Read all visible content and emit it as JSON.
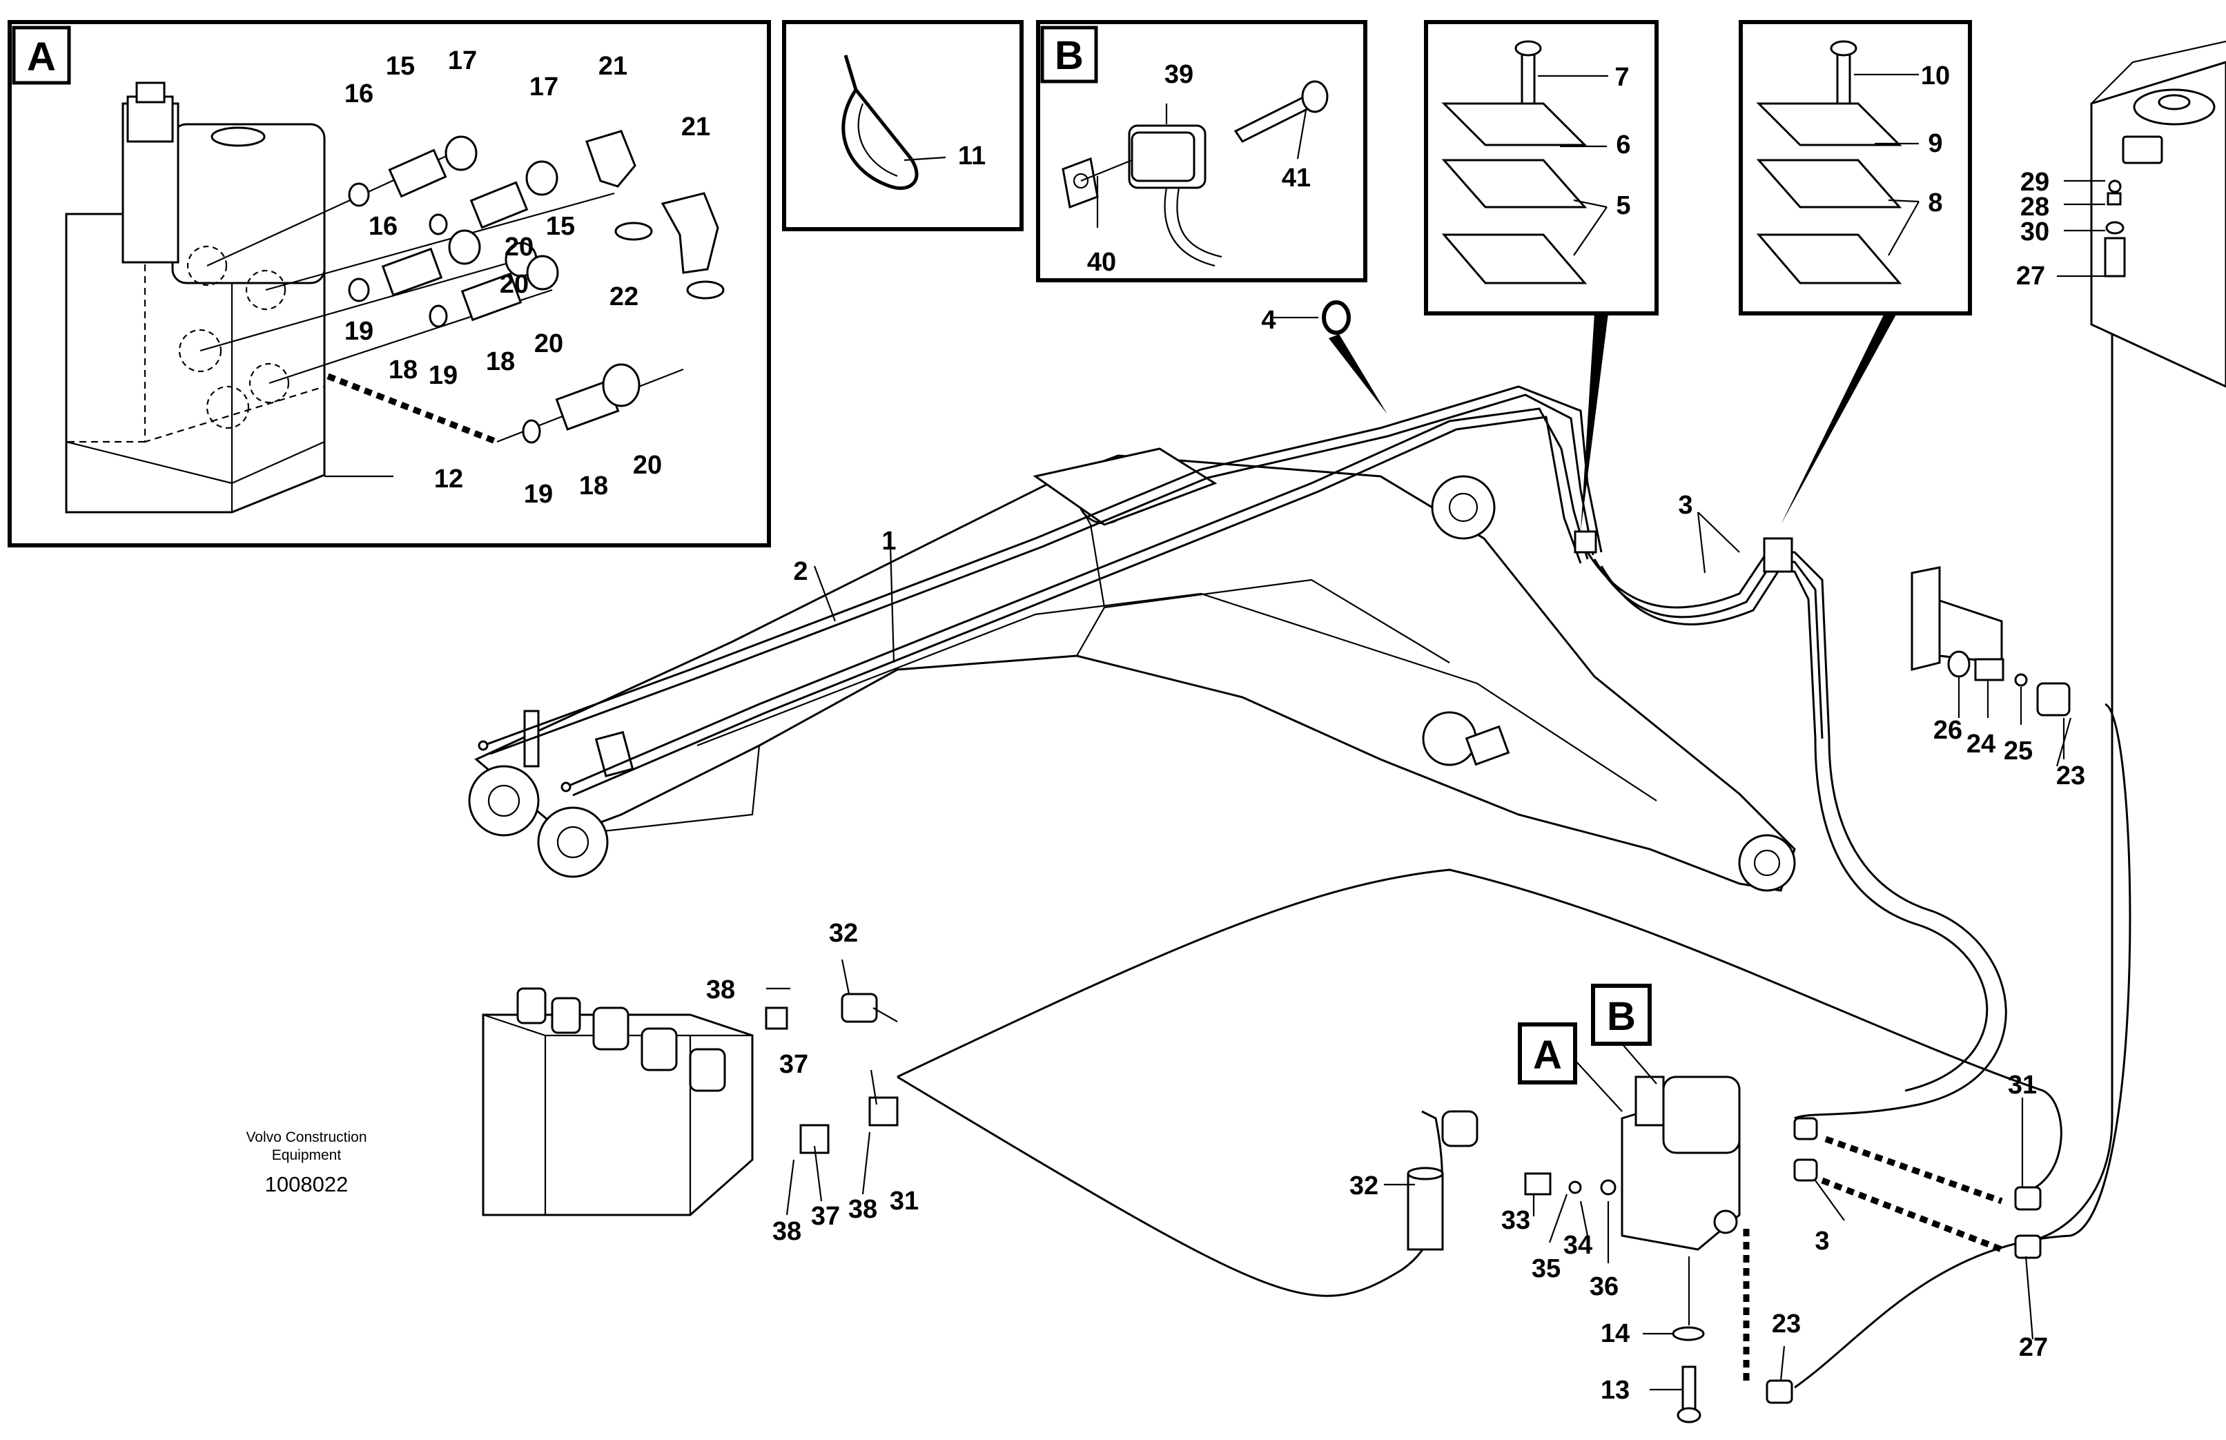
{
  "insets": {
    "A": {
      "tag": "A"
    },
    "B": {
      "tag": "B"
    }
  },
  "main_tags": {
    "A": "A",
    "B": "B"
  },
  "caption": {
    "maker_line1": "Volvo Construction",
    "maker_line2": "Equipment",
    "doc_number": "1008022"
  },
  "callouts": {
    "inset_a": [
      "15",
      "17",
      "21",
      "16",
      "17",
      "16",
      "15",
      "21",
      "20",
      "20",
      "22",
      "19",
      "19",
      "18",
      "18",
      "20",
      "12",
      "19",
      "18",
      "20"
    ],
    "inset_tie": [
      "11"
    ],
    "inset_b": [
      "39",
      "41",
      "40"
    ],
    "inset_clamp1": [
      "7",
      "6",
      "5"
    ],
    "inset_clamp2": [
      "10",
      "9",
      "8"
    ],
    "main": [
      "4",
      "3",
      "2",
      "1",
      "29",
      "28",
      "30",
      "27",
      "26",
      "24",
      "25",
      "23",
      "32",
      "38",
      "37",
      "38",
      "37",
      "38",
      "31",
      "32",
      "33",
      "35",
      "34",
      "36",
      "31",
      "3",
      "27",
      "14",
      "13",
      "23"
    ]
  },
  "colors": {
    "line": "#000000",
    "background": "#ffffff"
  }
}
